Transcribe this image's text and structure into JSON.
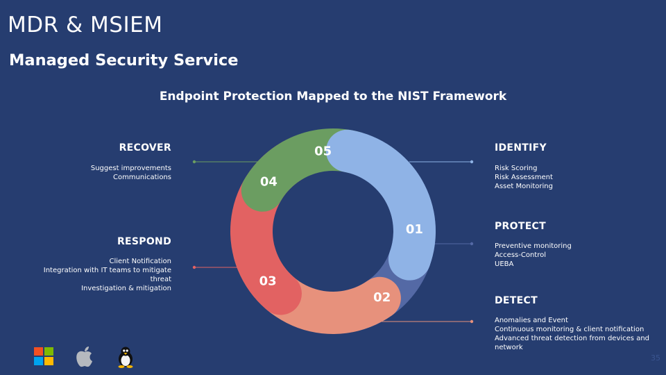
{
  "header": {
    "title": "MDR & MSIEM",
    "subtitle": "Managed Security Service",
    "heading": "Endpoint Protection Mapped to the NIST Framework"
  },
  "cycle": [
    {
      "number": "01",
      "name": "IDENTIFY",
      "color": "#8fb3e6",
      "items": [
        "Risk Scoring",
        "Risk Assessment",
        "Asset Monitoring"
      ]
    },
    {
      "number": "02",
      "name": "PROTECT",
      "color": "#5469a5",
      "items": [
        "Preventive monitoring",
        "Access-Control",
        "UEBA"
      ]
    },
    {
      "number": "03",
      "name": "DETECT",
      "color": "#e7917c",
      "items": [
        "Anomalies and Event",
        "Continuous monitoring & client notification",
        "Advanced threat detection from devices and",
        "network"
      ]
    },
    {
      "number": "04",
      "name": "RESPOND",
      "color": "#e26262",
      "items": [
        "Client Notification",
        "Integration with IT teams to mitigate",
        "threat",
        "Investigation & mitigation"
      ]
    },
    {
      "number": "05",
      "name": "RECOVER",
      "color": "#6b9d61",
      "items": [
        "Suggest improvements",
        "Communications"
      ]
    }
  ],
  "footer": {
    "icons": [
      "windows-icon",
      "apple-icon",
      "linux-icon"
    ],
    "page_number": "35"
  }
}
